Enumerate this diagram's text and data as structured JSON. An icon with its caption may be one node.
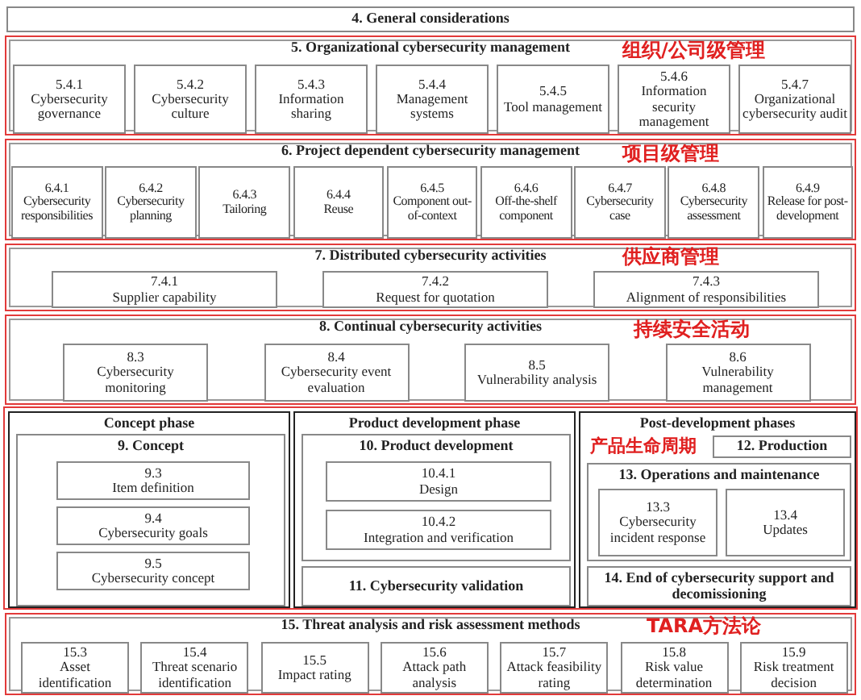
{
  "diagram": {
    "nodes": [
      {
        "text": [
          "4. General considerations"
        ]
      },
      {
        "text": [
          "5. Organizational cybersecurity management",
          "组织/公司级管理"
        ]
      },
      {
        "text": [
          "5.4.1",
          "Cybersecurity governance"
        ],
        "in": 1
      },
      {
        "text": [
          "5.4.2",
          "Cybersecurity culture"
        ],
        "in": 1
      },
      {
        "text": [
          "5.4.3",
          "Information sharing"
        ],
        "in": 1
      },
      {
        "text": [
          "5.4.4",
          "Management systems"
        ],
        "in": 1
      },
      {
        "text": [
          "5.4.5",
          "Tool management"
        ],
        "in": 1
      },
      {
        "text": [
          "5.4.6",
          "Information security management"
        ],
        "in": 1
      },
      {
        "text": [
          "5.4.7",
          "Organizational cybersecurity audit"
        ],
        "in": 1
      },
      {
        "text": [
          "6. Project dependent cybersecurity management",
          "项目级管理"
        ]
      },
      {
        "text": [
          "6.4.1",
          "Cybersecurity responsibilities"
        ],
        "in": 9
      },
      {
        "text": [
          "6.4.2",
          "Cybersecurity planning"
        ],
        "in": 9
      },
      {
        "text": [
          "6.4.3",
          "Tailoring"
        ],
        "in": 9
      },
      {
        "text": [
          "6.4.4",
          "Reuse"
        ],
        "in": 9
      },
      {
        "text": [
          "6.4.5",
          "Component out-of-context"
        ],
        "in": 9
      },
      {
        "text": [
          "6.4.6",
          "Off-the-shelf component"
        ],
        "in": 9
      },
      {
        "text": [
          "6.4.7",
          "Cybersecurity case"
        ],
        "in": 9
      },
      {
        "text": [
          "6.4.8",
          "Cybersecurity assessment"
        ],
        "in": 9
      },
      {
        "text": [
          "6.4.9",
          "Release for post-development"
        ],
        "in": 9
      },
      {
        "text": [
          "7. Distributed cybersecurity activities",
          "供应商管理"
        ]
      },
      {
        "text": [
          "7.4.1",
          "Supplier capability"
        ],
        "in": 19
      },
      {
        "text": [
          "7.4.2",
          "Request for quotation"
        ],
        "in": 19
      },
      {
        "text": [
          "7.4.3",
          "Alignment of responsibilities"
        ],
        "in": 19
      },
      {
        "text": [
          "8. Continual cybersecurity activities",
          "持续安全活动"
        ]
      },
      {
        "text": [
          "8.3",
          "Cybersecurity monitoring"
        ],
        "in": 23
      },
      {
        "text": [
          "8.4",
          "Cybersecurity event evaluation"
        ],
        "in": 23
      },
      {
        "text": [
          "8.5",
          "Vulnerability analysis"
        ],
        "in": 23
      },
      {
        "text": [
          "8.6",
          "Vulnerability management"
        ],
        "in": 23
      },
      {
        "text": [],
        "shape": "box"
      },
      {
        "text": [
          "Concept phase"
        ],
        "in": 28
      },
      {
        "text": [
          "9. Concept"
        ],
        "in": 29
      },
      {
        "text": [
          "9.3",
          "Item definition"
        ],
        "in": 30
      },
      {
        "text": [
          "9.4",
          "Cybersecurity goals"
        ],
        "in": 30
      },
      {
        "text": [
          "9.5",
          "Cybersecurity concept"
        ],
        "in": 30
      },
      {
        "text": [
          "Product development phase"
        ],
        "in": 28
      },
      {
        "text": [
          "10. Product development"
        ],
        "in": 34
      },
      {
        "text": [
          "10.4.1",
          "Design"
        ],
        "in": 35
      },
      {
        "text": [
          "10.4.2",
          "Integration and verification"
        ],
        "in": 35
      },
      {
        "text": [
          "11. Cybersecurity validation"
        ],
        "in": 34
      },
      {
        "text": [
          "Post-development phases",
          "产品生命周期"
        ],
        "in": 28
      },
      {
        "text": [
          "12. Production"
        ],
        "in": 39
      },
      {
        "text": [
          "13. Operations and maintenance"
        ],
        "in": 39
      },
      {
        "text": [
          "13.3",
          "Cybersecurity incident response"
        ],
        "in": 41
      },
      {
        "text": [
          "13.4",
          "Updates"
        ],
        "in": 41
      },
      {
        "text": [
          "14. End of cybersecurity support and decomissioning"
        ],
        "in": 39
      },
      {
        "text": [
          "15. Threat analysis and risk assessment methods",
          "TARA方法论"
        ]
      },
      {
        "text": [
          "15.3",
          "Asset identification"
        ],
        "in": 45
      },
      {
        "text": [
          "15.4",
          "Threat scenario identification"
        ],
        "in": 45
      },
      {
        "text": [
          "15.5",
          "Impact rating"
        ],
        "in": 45
      },
      {
        "text": [
          "15.6",
          "Attack path analysis"
        ],
        "in": 45
      },
      {
        "text": [
          "15.7",
          "Attack feasibility rating"
        ],
        "in": 45
      },
      {
        "text": [
          "15.8",
          "Risk value determination"
        ],
        "in": 45
      },
      {
        "text": [
          "15.9",
          "Risk treatment decision"
        ],
        "in": 45
      }
    ]
  }
}
